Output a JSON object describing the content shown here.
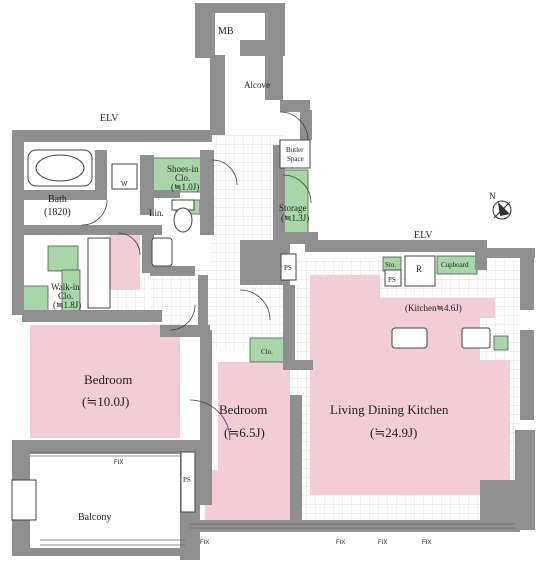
{
  "rooms": {
    "mb": "MB",
    "alcove": "Alcove",
    "elv_top": "ELV",
    "elv_right": "ELV",
    "butler_1": "Butler",
    "butler_2": "Space",
    "bath_1": "Bath",
    "bath_2": "(1820)",
    "w": "W",
    "shoes_1": "Shoes-in",
    "shoes_2": "Clo.",
    "shoes_3": "(≒1.0J)",
    "storage_1": "Storage",
    "storage_2": "(≒1.3J)",
    "lin": "Lin.",
    "walkin_1": "Walk-in",
    "walkin_2": "Clo.",
    "walkin_3": "(≒1.8J)",
    "ps_1": "PS",
    "ps_2": "PS",
    "ps_3": "PS",
    "sto": "Sto.",
    "r": "R",
    "cupboard": "Cupboard",
    "kitchen": "(Kitchen≒4.6J)",
    "clo": "Clo.",
    "bedroom1_name": "Bedroom",
    "bedroom1_size": "(≒10.0J)",
    "bedroom2_name": "Bedroom",
    "bedroom2_size": "(≒6.5J)",
    "ldk_name": "Living Dining Kitchen",
    "ldk_size": "(≒24.9J)",
    "balcony": "Balcony",
    "fix_1": "FIX",
    "fix_2": "FIX",
    "fix_3": "FIX",
    "fix_4": "FIX",
    "fix_5": "FIX",
    "north": "N"
  },
  "colors": {
    "wall": "#8f8f8f",
    "pink": "#f3cdd5",
    "green": "#a8d6a9",
    "tile": "#d8d8d8"
  }
}
